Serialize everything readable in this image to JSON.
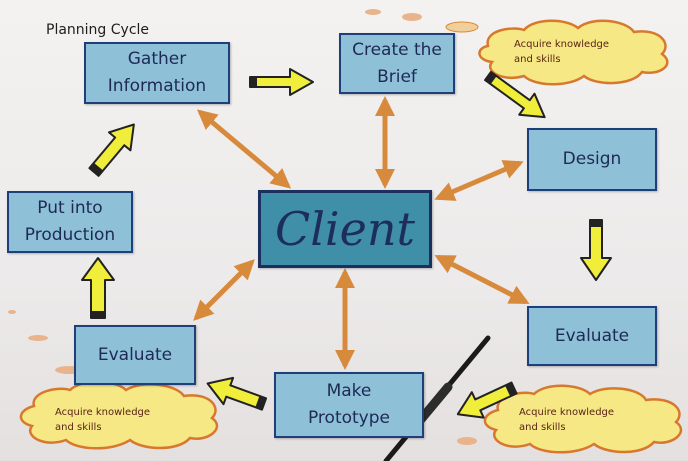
{
  "title": "Planning Cycle",
  "center": "Client",
  "stages": [
    {
      "id": "gather",
      "label": "Gather\nInformation"
    },
    {
      "id": "brief",
      "label": "Create the\nBrief"
    },
    {
      "id": "design",
      "label": "Design"
    },
    {
      "id": "evaluate_right",
      "label": "Evaluate"
    },
    {
      "id": "prototype",
      "label": "Make\nPrototype"
    },
    {
      "id": "evaluate_left",
      "label": "Evaluate"
    },
    {
      "id": "production",
      "label": "Put into\nProduction"
    }
  ],
  "notes": [
    {
      "id": "note_top",
      "text": "Acquire knowledge\nand skills"
    },
    {
      "id": "note_bottom_right",
      "text": "Acquire knowledge\nand skills"
    },
    {
      "id": "note_bottom_left",
      "text": "Acquire knowledge\nand skills"
    }
  ],
  "colors": {
    "box_fill": "#8ec0d8",
    "client_fill": "#3f8fa8",
    "border": "#1f3f7a",
    "flow_arrow": "#f0ee3a",
    "link_arrow": "#d88a3c",
    "cloud_fill": "#f6e884",
    "cloud_stroke": "#d8782e"
  }
}
